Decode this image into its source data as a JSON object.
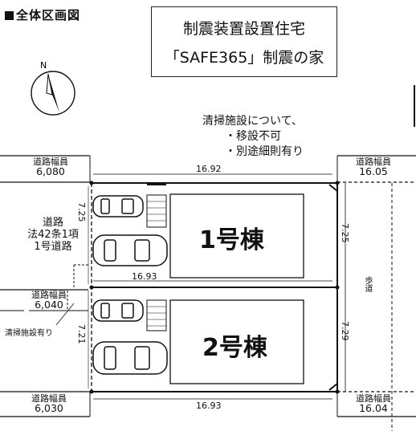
{
  "header": {
    "overview_title": "全体区画図"
  },
  "property_name": {
    "line1": "制震装置設置住宅",
    "line2": "「SAFE365」制震の家"
  },
  "compass": {
    "label": "N"
  },
  "cleaning_note": {
    "line1": "清掃施設について、",
    "line2": "・移設不可",
    "line3": "・別途細則有り"
  },
  "road_widths": {
    "top_left": {
      "label": "道路幅員",
      "value": "6,080"
    },
    "top_right": {
      "label": "道路幅員",
      "value": "16.05"
    },
    "mid_left": {
      "label": "道路幅員",
      "value": "6,040"
    },
    "bottom_left": {
      "label": "道路幅員",
      "value": "6,030"
    },
    "bottom_right": {
      "label": "道路幅員",
      "value": "16.04"
    }
  },
  "left_road": {
    "line1": "道路",
    "line2": "法42条1項",
    "line3": "1号道路"
  },
  "cleaning_facility_label": "清掃施設有り",
  "walkway_label": "歩道",
  "lots": {
    "lot1": {
      "name": "1号棟",
      "top_dim": "16.92",
      "left_dim": "7.25",
      "right_dim": "7.25"
    },
    "lot2": {
      "name": "2号棟",
      "top_dim": "16.93",
      "left_dim": "7.21",
      "right_dim": "7.29",
      "bottom_dim": "16.93"
    }
  },
  "colors": {
    "line": "#111111",
    "background": "#ffffff"
  },
  "icons": [
    "compass-icon",
    "car-icon",
    "stair-icon"
  ]
}
